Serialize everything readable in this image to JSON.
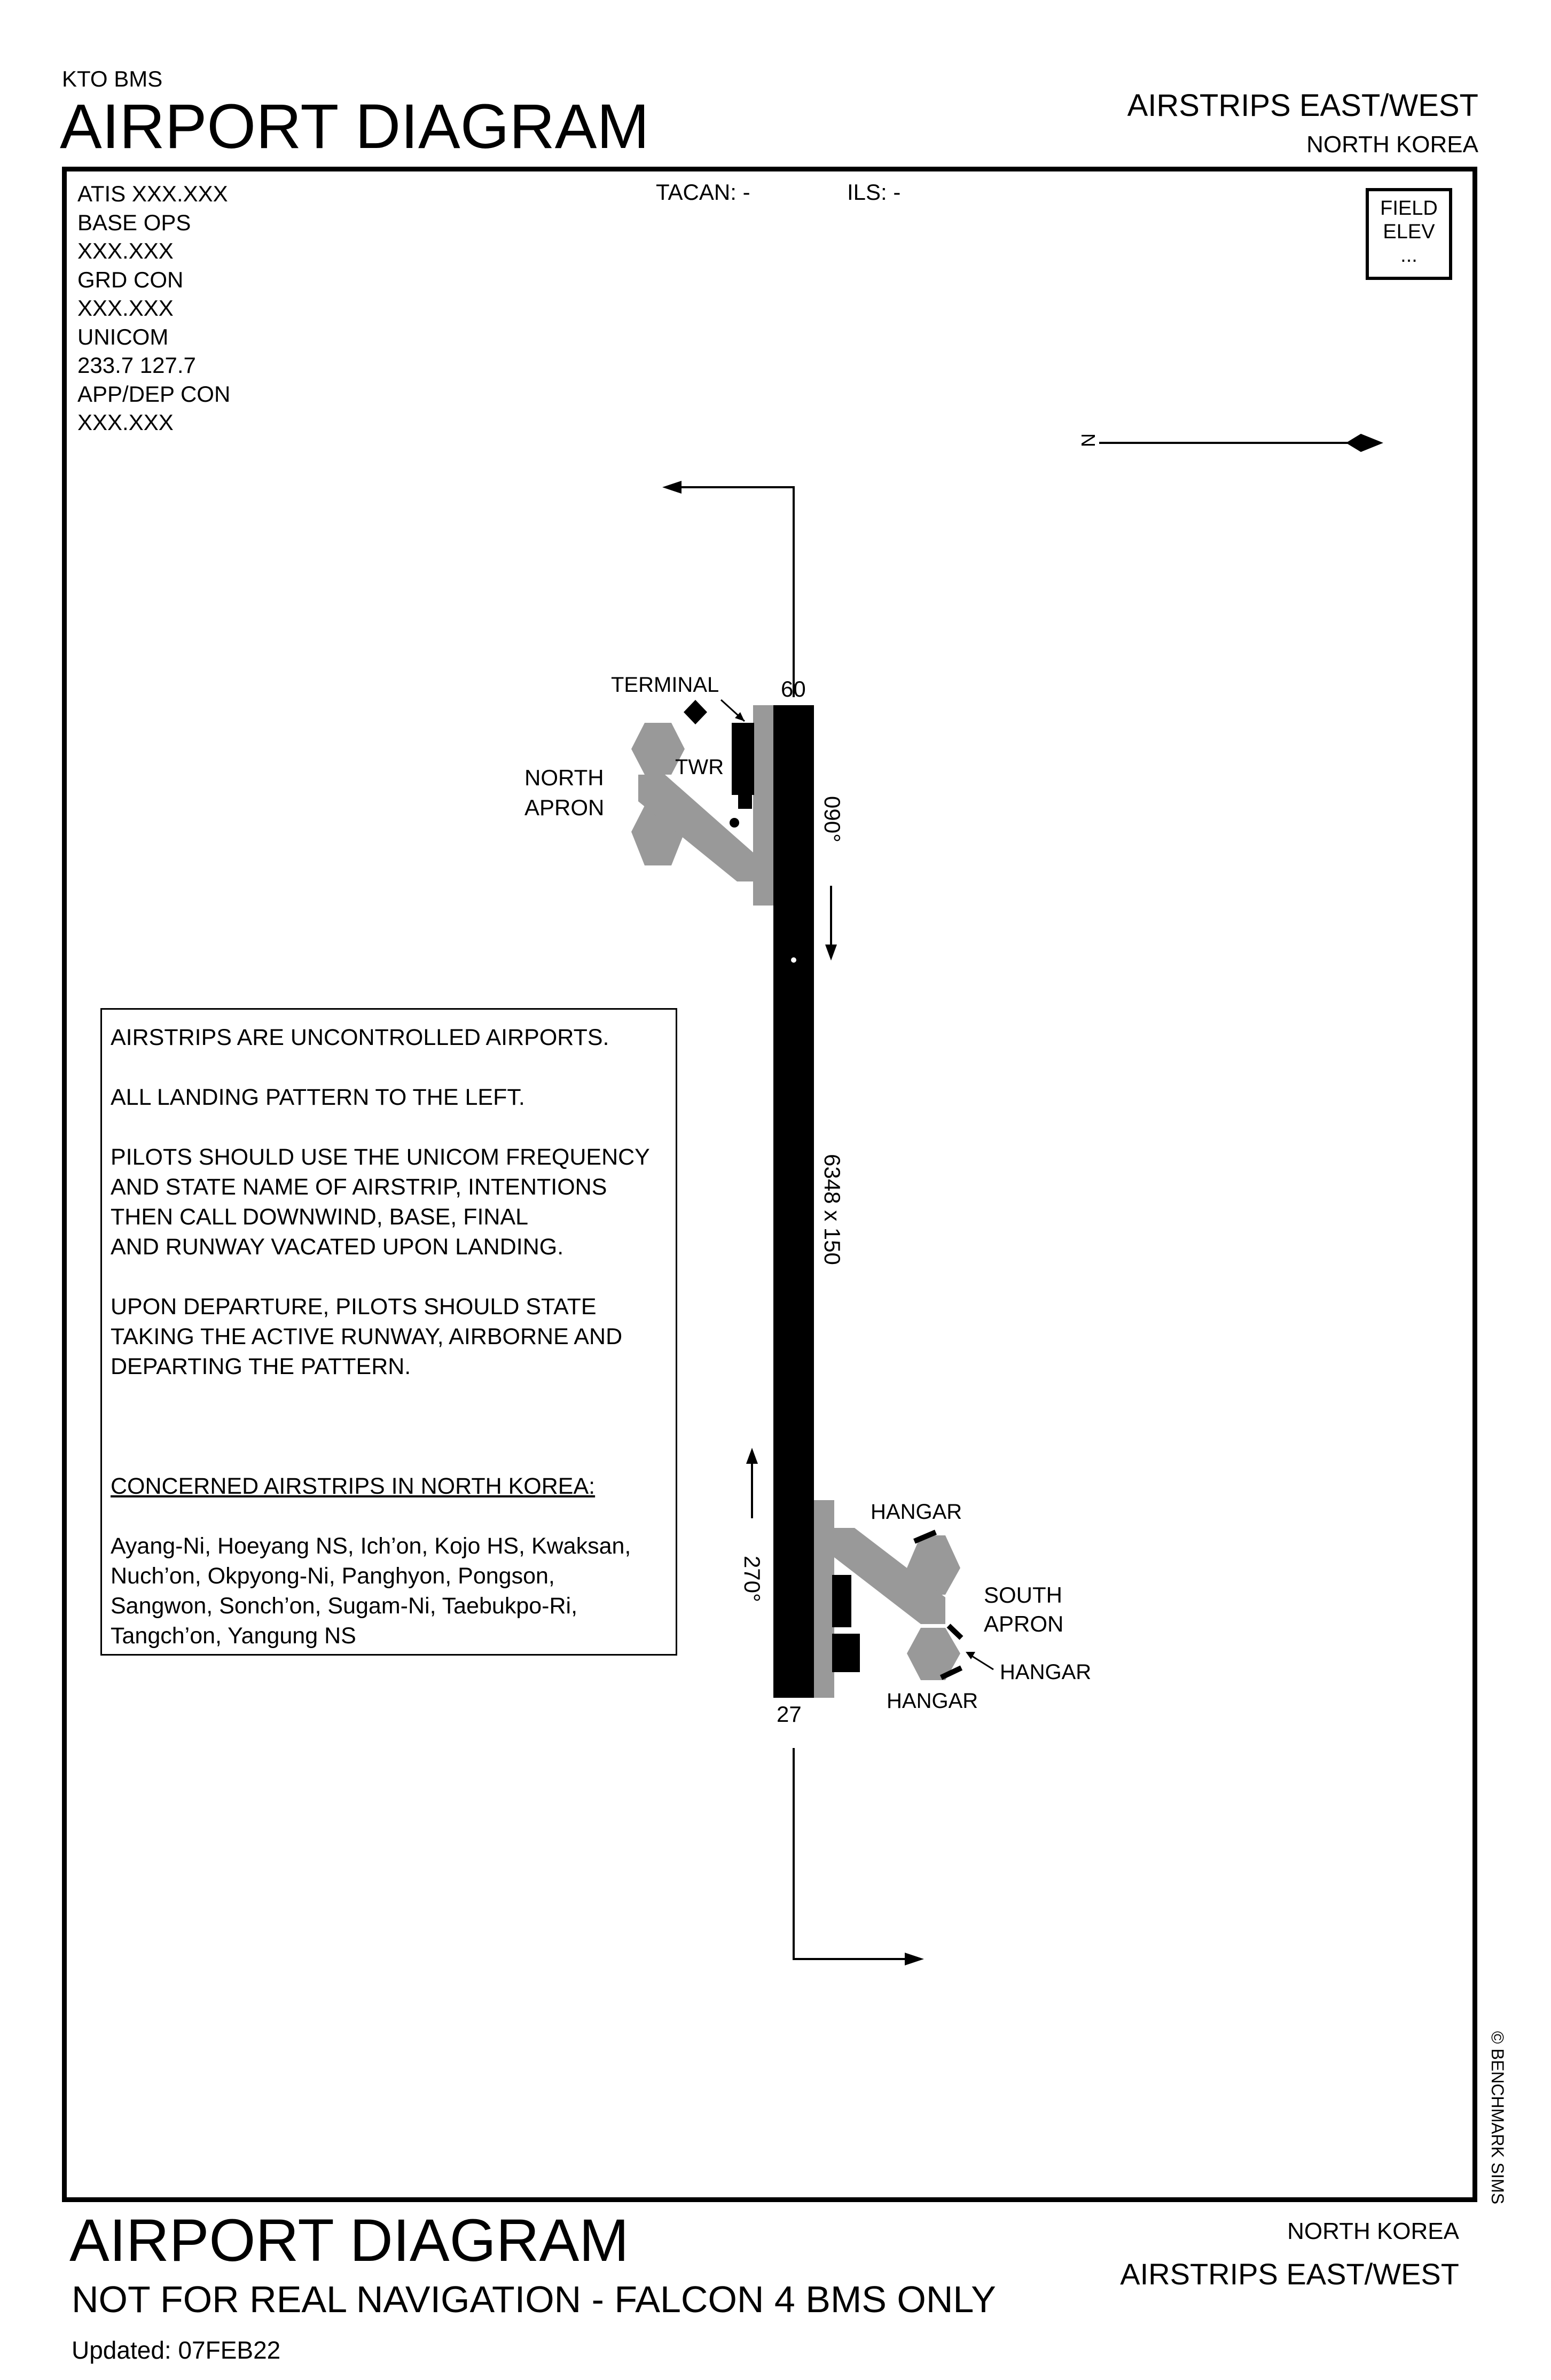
{
  "header": {
    "source": "KTO BMS",
    "title": "AIRPORT DIAGRAM",
    "airport": "AIRSTRIPS EAST/WEST",
    "country": "NORTH KOREA"
  },
  "frequencies": {
    "atis": "ATIS   XXX.XXX",
    "base_ops": "BASE OPS",
    "base_ops_freq": "XXX.XXX",
    "grd_con": "GRD CON",
    "grd_con_freq": "XXX.XXX",
    "unicom": "UNICOM",
    "unicom_freq": "233.7    127.7",
    "app_dep": "APP/DEP CON",
    "app_dep_freq": "XXX.XXX"
  },
  "navaids": {
    "tacan": "TACAN: -",
    "ils": "ILS: -"
  },
  "field_elev": {
    "line1": "FIELD",
    "line2": "ELEV",
    "line3": "..."
  },
  "north_label": "N",
  "runway": {
    "end_north": "60",
    "end_south": "27",
    "heading_south": "090°",
    "heading_north": "270°",
    "dimensions": "6348 x 150"
  },
  "labels": {
    "terminal": "TERMINAL",
    "twr": "TWR",
    "north_apron_1": "NORTH",
    "north_apron_2": "APRON",
    "south_apron_1": "SOUTH",
    "south_apron_2": "APRON",
    "hangar_top": "HANGAR",
    "hangar_right": "HANGAR",
    "hangar_bottom": "HANGAR"
  },
  "notes": {
    "line1": "AIRSTRIPS ARE UNCONTROLLED AIRPORTS.",
    "line2": "ALL LANDING PATTERN TO THE LEFT.",
    "line3a": "PILOTS SHOULD USE THE ",
    "line3b": "UNICOM",
    "line3c": " FREQUENCY",
    "line4": "AND STATE NAME OF AIRSTRIP, INTENTIONS",
    "line5": "THEN CALL DOWNWIND, BASE, FINAL",
    "line6": "AND RUNWAY VACATED UPON LANDING.",
    "line7": "UPON DEPARTURE, PILOTS SHOULD STATE",
    "line8": "TAKING THE ACTIVE RUNWAY, AIRBORNE AND",
    "line9": "DEPARTING THE PATTERN.",
    "concerned_title": "CONCERNED AIRSTRIPS IN NORTH KOREA:",
    "list1": "Ayang-Ni, Hoeyang NS, Ich’on, Kojo HS, Kwaksan,",
    "list2": "Nuch’on, Okpyong-Ni, Panghyon, Pongson,",
    "list3": "Sangwon, Sonch’on, Sugam-Ni, Taebukpo-Ri,",
    "list4": "Tangch’on, Yangung NS"
  },
  "copyright": "© BENCHMARK SIMS",
  "footer": {
    "title": "AIRPORT DIAGRAM",
    "subtitle": "NOT FOR REAL NAVIGATION - FALCON 4 BMS ONLY",
    "updated": "Updated: 07FEB22",
    "country": "NORTH KOREA",
    "airport": "AIRSTRIPS EAST/WEST"
  }
}
